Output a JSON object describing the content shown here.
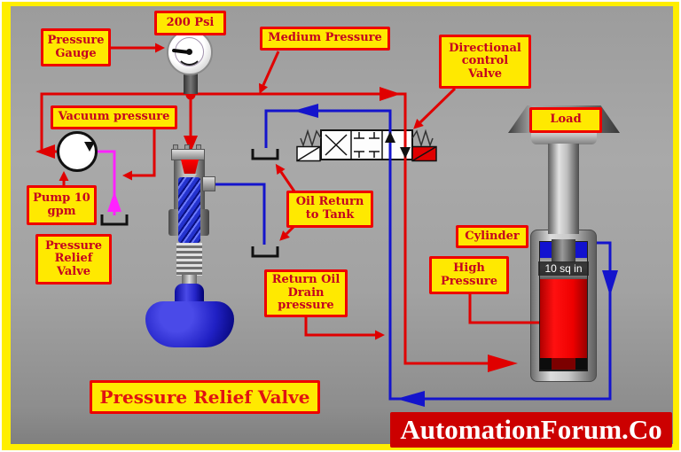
{
  "diagram": {
    "type": "hydraulic-schematic",
    "title": "Pressure Relief Valve",
    "watermark": "AutomationForum.Co",
    "labels": {
      "gauge_value": "200 Psi",
      "pressure_gauge": "Pressure Gauge",
      "medium_pressure": "Medium Pressure",
      "directional_control_valve": "Directional control Valve",
      "vacuum_pressure": "Vacuum pressure",
      "pump": "Pump 10 gpm",
      "pressure_relief_valve": "Pressure Relief Valve",
      "oil_return_to_tank": "Oil Return to Tank",
      "return_oil_drain_pressure": "Return Oil Drain pressure",
      "cylinder": "Cylinder",
      "high_pressure": "High Pressure",
      "load": "Load",
      "piston_area": "10 sq in"
    },
    "colors": {
      "frame": "#ffee00",
      "label_bg": "#ffe900",
      "label_border": "#ee0000",
      "label_text": "#c40020",
      "pressure_line": "#e00000",
      "return_line": "#1414cc",
      "suction_line": "#ff22ff",
      "watermark_bg": "#cc0000",
      "watermark_text": "#ffffff"
    }
  }
}
